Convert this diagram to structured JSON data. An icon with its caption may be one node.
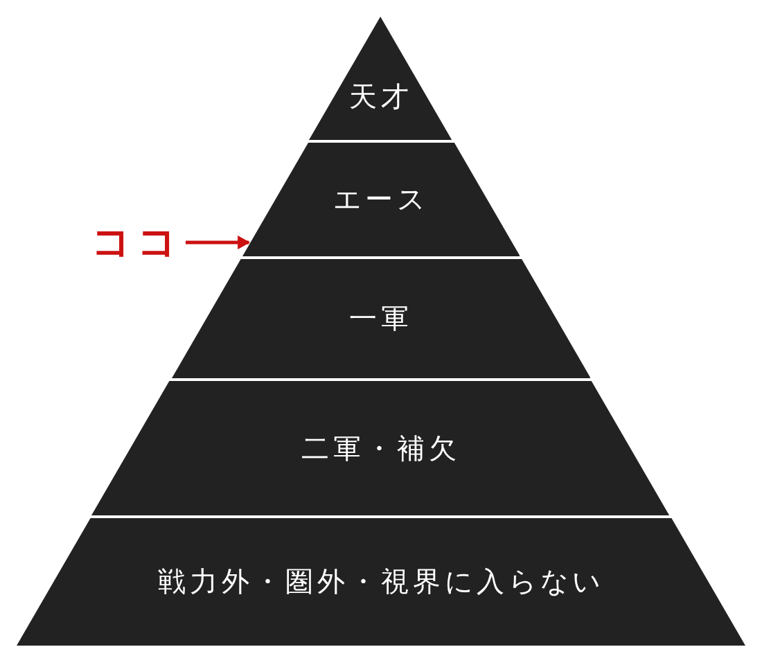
{
  "diagram": {
    "nodes": [
      {
        "text": [
          "天才"
        ]
      },
      {
        "text": [
          "エース"
        ]
      },
      {
        "text": [
          "一軍"
        ]
      },
      {
        "text": [
          "二軍・補欠"
        ]
      },
      {
        "text": [
          "戦力外・圏外・視界に入らない"
        ]
      },
      {
        "text": [
          "ココ"
        ]
      }
    ],
    "edges": [
      {
        "from": 5,
        "to": 1,
        "arrow": "to",
        "color": "#cc1111"
      }
    ]
  }
}
